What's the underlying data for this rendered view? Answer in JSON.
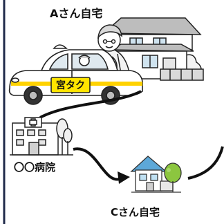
{
  "labels": {
    "home_a": "Aさん自宅",
    "hospital": "〇〇病院",
    "home_c": "Cさん自宅",
    "taxi_sign": "宮タク"
  },
  "colors": {
    "frame_line": "#1f2a4a",
    "taxi_sign_bg": "#ffe400",
    "taxi_stripe": "#ffd200",
    "tree_green": "#8cc63f",
    "roof_blue": "#5da8d8",
    "ink": "#111111"
  },
  "icons": {
    "house_a": "house-a-icon",
    "elderly_person": "elderly-person-icon",
    "taxi": "taxi-icon",
    "hospital": "hospital-icon",
    "house_c": "house-c-icon"
  }
}
